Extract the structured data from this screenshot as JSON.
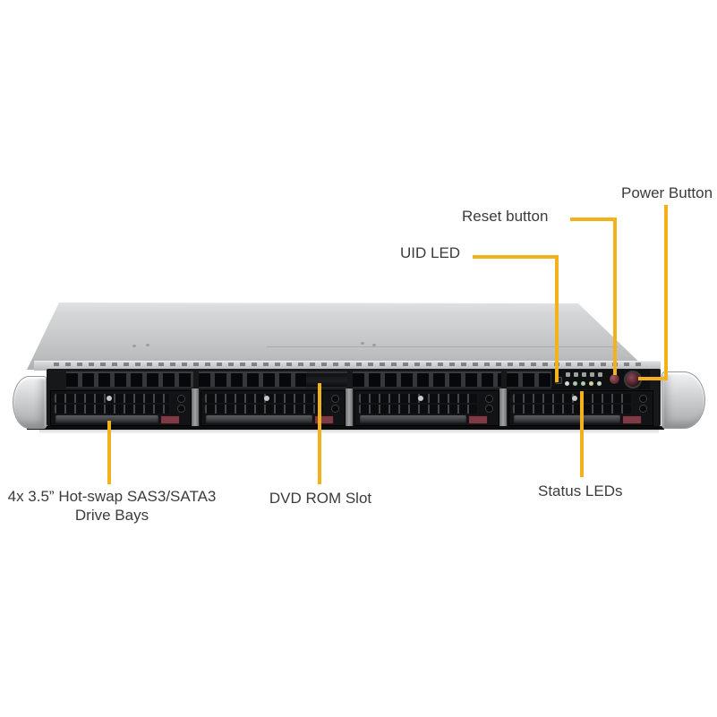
{
  "diagram": {
    "background": "#ffffff",
    "callout_color": "#F3B11B",
    "label_color": "#3B3B3B",
    "labels": {
      "power_button": "Power Button",
      "reset_button": "Reset button",
      "uid_led": "UID LED",
      "status_leds": "Status LEDs",
      "dvd_rom_slot": "DVD ROM Slot",
      "drive_bays_line1": "4x 3.5” Hot-swap SAS3/SATA3",
      "drive_bays_line2": "Drive Bays"
    }
  },
  "server": {
    "view": "1U rackmount server front",
    "drive_bay_count": 4,
    "status_led_colors": [
      "#d9d9d2",
      "#a8c7a2",
      "#aecaa6",
      "#cfd29a",
      "#bfd3bb"
    ],
    "latch_color": "#7D3B45",
    "chassis_lid_color": "#c9cbcd",
    "front_bezel_color": "#17181a"
  }
}
